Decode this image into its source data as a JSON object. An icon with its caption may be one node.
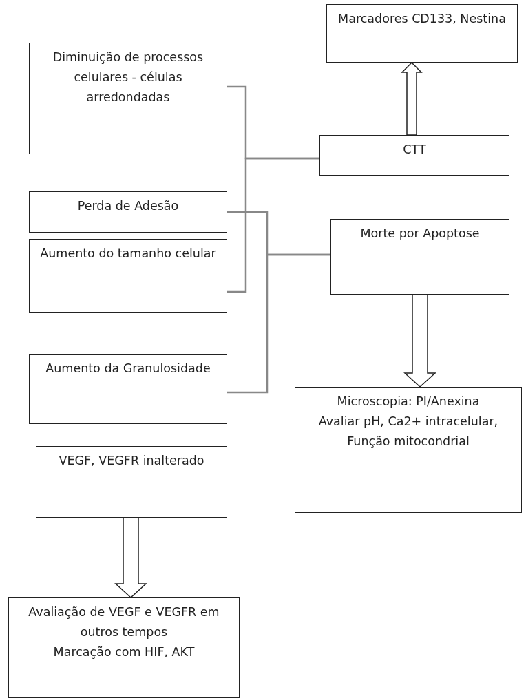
{
  "diagram": {
    "nodes": [
      {
        "text": [
          "Diminuição de processos celulares - células arredondadas"
        ]
      },
      {
        "text": [
          "Marcadores CD133, Nestina"
        ]
      },
      {
        "text": [
          "CTT"
        ]
      },
      {
        "text": [
          "Perda de Adesão"
        ]
      },
      {
        "text": [
          "Aumento do tamanho celular"
        ]
      },
      {
        "text": [
          "Morte por Apoptose"
        ]
      },
      {
        "text": [
          "Aumento da Granulosidade"
        ]
      },
      {
        "text": [
          "Microscopia: PI/Anexina",
          "Avaliar pH, Ca2+ intracelular, Função mitocondrial"
        ]
      },
      {
        "text": [
          "VEGF, VEGFR inalterado"
        ]
      },
      {
        "text": [
          "Avaliação de VEGF e VEGFR em outros tempos",
          "Marcação com HIF, AKT"
        ]
      }
    ],
    "edges": [
      {
        "from": 0,
        "to": 2,
        "arrow": "none"
      },
      {
        "from": 4,
        "to": 2,
        "arrow": "none"
      },
      {
        "from": 3,
        "to": 5,
        "arrow": "none"
      },
      {
        "from": 6,
        "to": 5,
        "arrow": "none"
      },
      {
        "from": 2,
        "to": 1,
        "arrow": "to"
      },
      {
        "from": 5,
        "to": 7,
        "arrow": "to"
      },
      {
        "from": 8,
        "to": 9,
        "arrow": "to"
      }
    ]
  }
}
